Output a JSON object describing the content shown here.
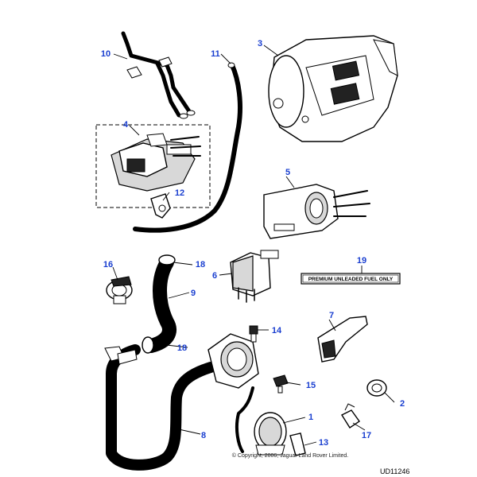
{
  "callouts": {
    "c1": "1",
    "c2": "2",
    "c3": "3",
    "c4": "4",
    "c5": "5",
    "c6": "6",
    "c7": "7",
    "c8": "8",
    "c9": "9",
    "c10": "10",
    "c11": "11",
    "c12": "12",
    "c13": "13",
    "c14": "14",
    "c15": "15",
    "c16": "16",
    "c17": "17",
    "c18a": "18",
    "c18b": "18",
    "c19": "19"
  },
  "label_19": "PREMIUM UNLEADED FUEL ONLY",
  "copyright": "© Copyright, 2006, Jaguar Land Rover Limited.",
  "reference": "UD11246",
  "colors": {
    "callout": "#1a3fd0",
    "line": "#000000",
    "background": "#ffffff"
  }
}
